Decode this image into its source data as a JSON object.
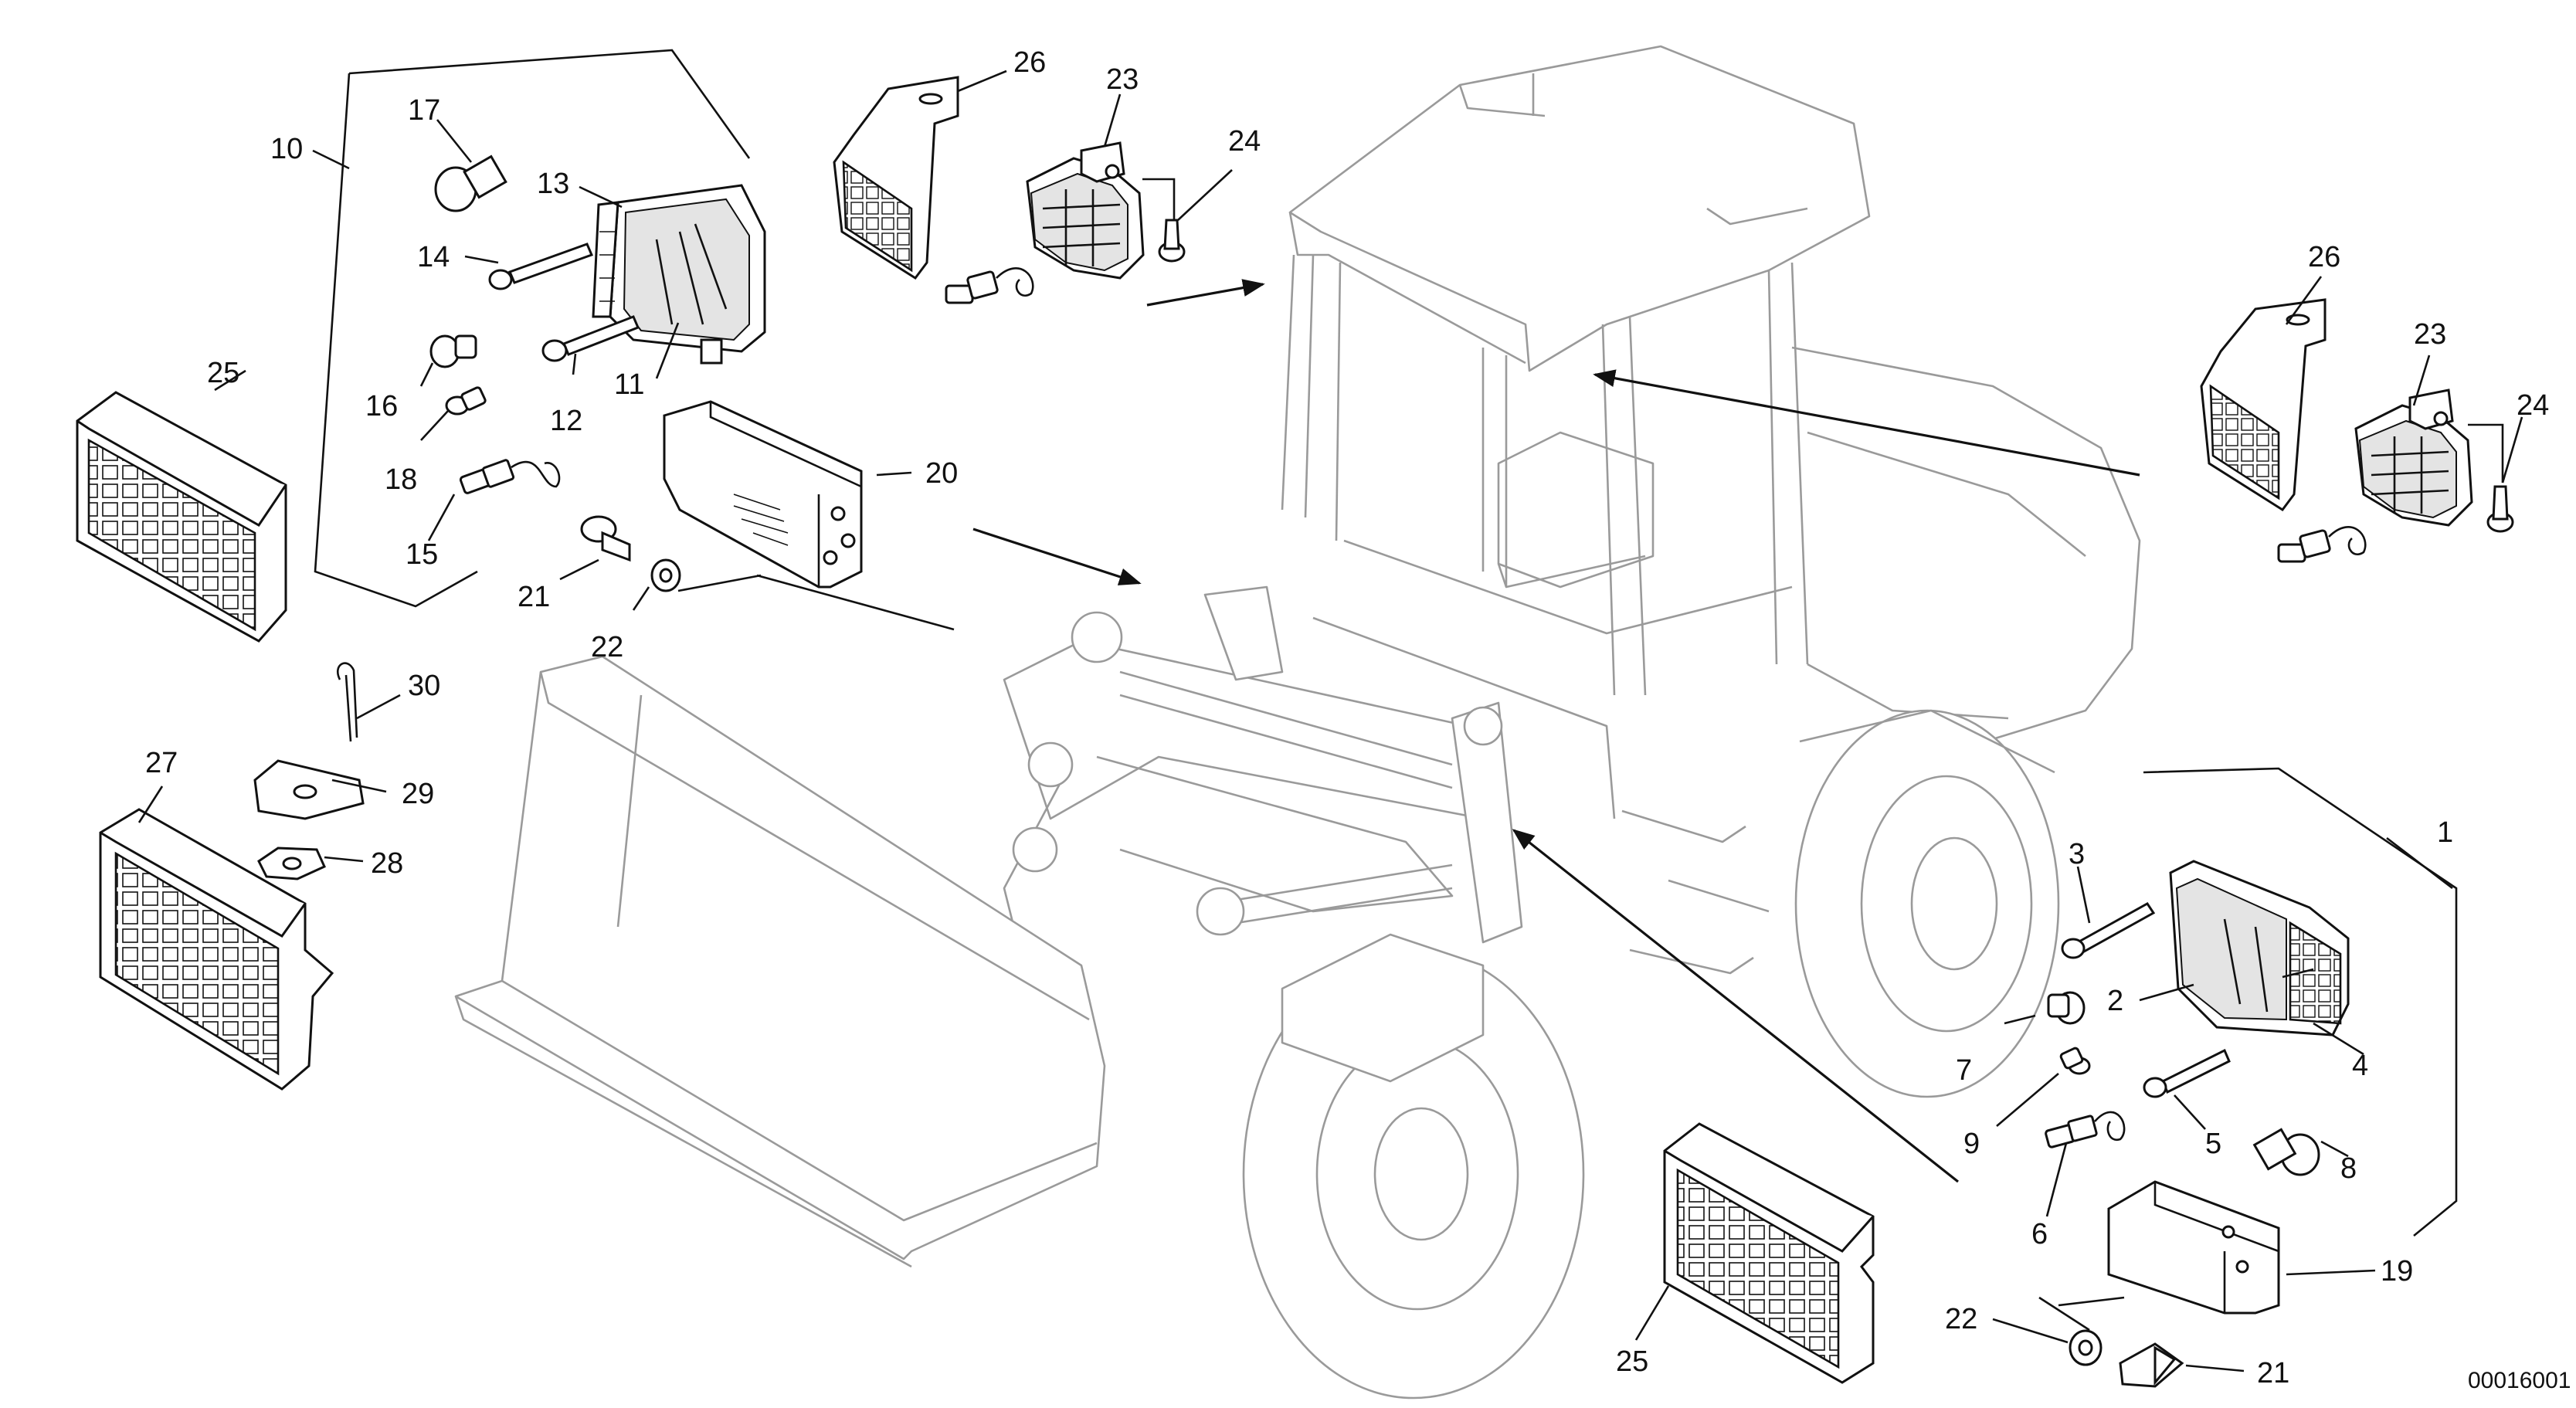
{
  "document_number": "00016001",
  "callouts": {
    "c1": "1",
    "c2": "2",
    "c3": "3",
    "c4": "4",
    "c5": "5",
    "c6": "6",
    "c7": "7",
    "c8": "8",
    "c9": "9",
    "c10": "10",
    "c11": "11",
    "c12": "12",
    "c13": "13",
    "c14": "14",
    "c15": "15",
    "c16": "16",
    "c17": "17",
    "c18": "18",
    "c19": "19",
    "c20": "20",
    "c21a": "21",
    "c21b": "21",
    "c22a": "22",
    "c22b": "22",
    "c23a": "23",
    "c23b": "23",
    "c24a": "24",
    "c24b": "24",
    "c25a": "25",
    "c25b": "25",
    "c26a": "26",
    "c26b": "26",
    "c27": "27",
    "c28": "28",
    "c29": "29",
    "c30": "30"
  },
  "colors": {
    "ink": "#111111",
    "ghost_machine": "#9a9a9a",
    "background": "#ffffff"
  },
  "icons": [
    "work-lamp-icon",
    "bulb-icon",
    "bolt-icon",
    "protective-grille-icon",
    "mounting-bracket-icon",
    "washer-icon",
    "cotter-pin-icon",
    "wheel-loader-outline"
  ]
}
